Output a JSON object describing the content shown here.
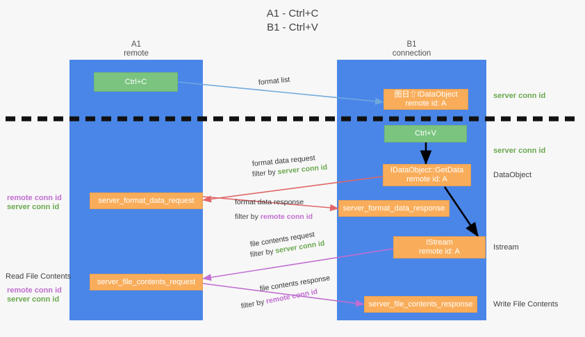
{
  "title": "A1 - Ctrl+C\nB1 - Ctrl+V",
  "lanes": {
    "left": {
      "name": "A1",
      "sub": "remote"
    },
    "right": {
      "name": "B1",
      "sub": "connection"
    }
  },
  "boxes": {
    "ctrl_c": {
      "line1": "Ctrl+C"
    },
    "idataobject": {
      "line1": "图⽇⇧IDataObject",
      "line2": "remote id: A"
    },
    "ctrl_v": {
      "line1": "Ctrl+V"
    },
    "getdata": {
      "line1": "IDataObject::GetData",
      "line2": "remote id: A"
    },
    "istream": {
      "line1": "IStream",
      "line2": "remote id: A"
    },
    "fmt_req": {
      "line1": "server_format_data_request"
    },
    "fmt_resp": {
      "line1": "server_format_data_response"
    },
    "file_req": {
      "line1": "server_file_contents_request"
    },
    "file_resp": {
      "line1": "server_file_contents_response"
    }
  },
  "arrow_labels": {
    "format_list": "format list",
    "fmt_req_l1": "format data request",
    "fmt_req_l2_pre": "filter by ",
    "fmt_req_l2_key": "server conn id",
    "fmt_resp_l1": "format data response",
    "fmt_resp_l2_pre": "filter by ",
    "fmt_resp_l2_key": "remote conn id",
    "file_req_l1": "file contents request",
    "file_req_l2_pre": "filter by ",
    "file_req_l2_key": "server conn id",
    "file_resp_l1": "file contents response",
    "file_resp_l2_pre": "filter by ",
    "file_resp_l2_key": "remote conn id"
  },
  "right_labels": {
    "server_conn_id_1": "server conn id",
    "server_conn_id_2": "server conn id",
    "dataobject": "DataObject",
    "istream": "Istream",
    "write_file_contents": "Write File Contents"
  },
  "left_labels": {
    "mid_remote": "remote conn id",
    "mid_server": "server conn id",
    "read_file_contents": "Read File Contents",
    "low_remote": "remote conn id",
    "low_server": "server conn id"
  },
  "colors": {
    "background": "#f7f7f7",
    "lane": "#4a86e8",
    "green_box": "#7bc47f",
    "orange_box": "#f9ad5a",
    "green_text": "#6aa84f",
    "magenta_text": "#c06ed0",
    "arrow_blue": "#6fa8dc",
    "arrow_red": "#e06666",
    "arrow_magenta": "#c06ed0",
    "arrow_black": "#000000",
    "divider": "#111111"
  }
}
